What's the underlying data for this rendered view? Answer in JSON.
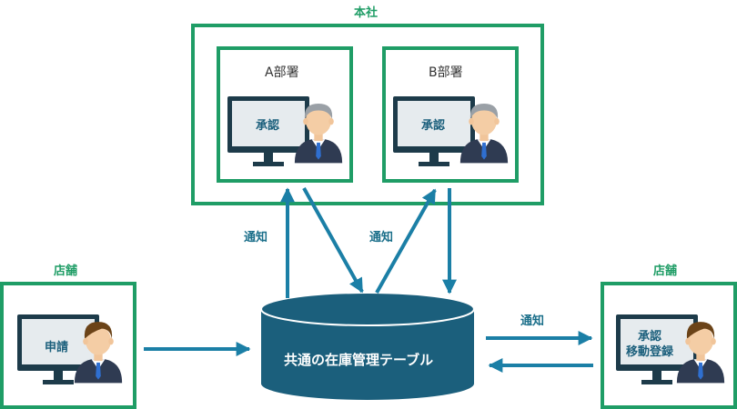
{
  "colors": {
    "frame_green": "#1f9d66",
    "arrow_blue": "#1b7fa6",
    "db_blue": "#1b5f7c",
    "monitor_dark": "#1d3b4a",
    "screen_light": "#e6ebee"
  },
  "headquarters": {
    "label": "本社",
    "departments": [
      {
        "label": "A部署",
        "screen_text": "承認"
      },
      {
        "label": "B部署",
        "screen_text": "承認"
      }
    ]
  },
  "store_left": {
    "label": "店舗",
    "screen_text": "申請"
  },
  "store_right": {
    "label": "店舗",
    "screen_lines": [
      "承認",
      "移動登録"
    ]
  },
  "database": {
    "label": "共通の在庫管理テーブル"
  },
  "notifications": {
    "left": "通知",
    "center": "通知",
    "right": "通知"
  }
}
